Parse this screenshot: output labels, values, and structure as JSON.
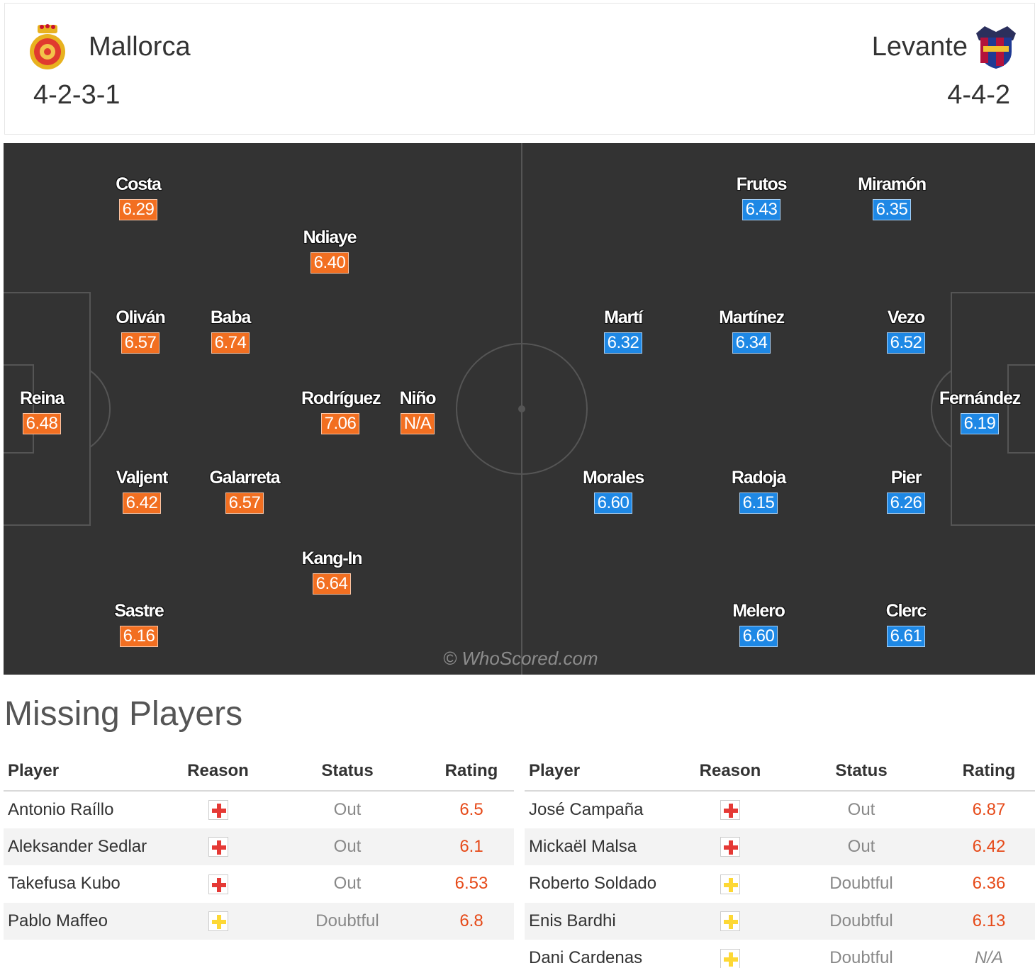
{
  "header": {
    "home": {
      "name": "Mallorca",
      "formation": "4-2-3-1",
      "crest_icon": "mallorca-crest-icon"
    },
    "away": {
      "name": "Levante",
      "formation": "4-4-2",
      "crest_icon": "levante-crest-icon"
    }
  },
  "colors": {
    "home_rating": "#f26f21",
    "away_rating": "#1e88e5",
    "pitch": "#333333"
  },
  "pitch": {
    "home_players": [
      {
        "name": "Costa",
        "rating": "6.29"
      },
      {
        "name": "Ndiaye",
        "rating": "6.40"
      },
      {
        "name": "Oliván",
        "rating": "6.57"
      },
      {
        "name": "Baba",
        "rating": "6.74"
      },
      {
        "name": "Reina",
        "rating": "6.48"
      },
      {
        "name": "Rodríguez",
        "rating": "7.06"
      },
      {
        "name": "Niño",
        "rating": "N/A"
      },
      {
        "name": "Valjent",
        "rating": "6.42"
      },
      {
        "name": "Galarreta",
        "rating": "6.57"
      },
      {
        "name": "Kang-In",
        "rating": "6.64"
      },
      {
        "name": "Sastre",
        "rating": "6.16"
      }
    ],
    "away_players": [
      {
        "name": "Frutos",
        "rating": "6.43"
      },
      {
        "name": "Miramón",
        "rating": "6.35"
      },
      {
        "name": "Martí",
        "rating": "6.32"
      },
      {
        "name": "Martínez",
        "rating": "6.34"
      },
      {
        "name": "Vezo",
        "rating": "6.52"
      },
      {
        "name": "Fernández",
        "rating": "6.19"
      },
      {
        "name": "Morales",
        "rating": "6.60"
      },
      {
        "name": "Radoja",
        "rating": "6.15"
      },
      {
        "name": "Pier",
        "rating": "6.26"
      },
      {
        "name": "Melero",
        "rating": "6.60"
      },
      {
        "name": "Clerc",
        "rating": "6.61"
      }
    ],
    "watermark": "© WhoScored.com"
  },
  "missing": {
    "title": "Missing Players",
    "columns": [
      "Player",
      "Reason",
      "Status",
      "Rating"
    ],
    "home": [
      {
        "player": "Antonio Raíllo",
        "reason": "injury",
        "status": "Out",
        "rating": "6.5"
      },
      {
        "player": "Aleksander Sedlar",
        "reason": "injury",
        "status": "Out",
        "rating": "6.1"
      },
      {
        "player": "Takefusa Kubo",
        "reason": "injury",
        "status": "Out",
        "rating": "6.53"
      },
      {
        "player": "Pablo Maffeo",
        "reason": "doubtful",
        "status": "Doubtful",
        "rating": "6.8"
      }
    ],
    "away": [
      {
        "player": "José Campaña",
        "reason": "injury",
        "status": "Out",
        "rating": "6.87"
      },
      {
        "player": "Mickaël Malsa",
        "reason": "injury",
        "status": "Out",
        "rating": "6.42"
      },
      {
        "player": "Roberto Soldado",
        "reason": "doubtful",
        "status": "Doubtful",
        "rating": "6.36"
      },
      {
        "player": "Enis Bardhi",
        "reason": "doubtful",
        "status": "Doubtful",
        "rating": "6.13"
      },
      {
        "player": "Dani Cardenas",
        "reason": "doubtful",
        "status": "Doubtful",
        "rating": "N/A"
      }
    ]
  }
}
